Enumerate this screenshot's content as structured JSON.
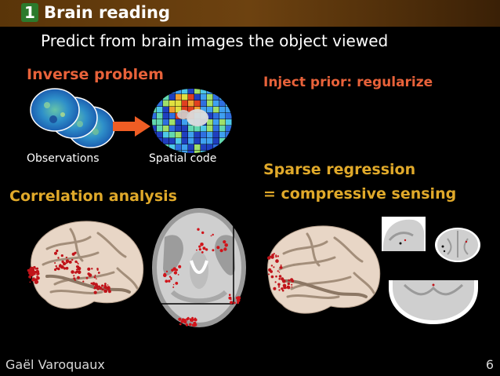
{
  "header": {
    "section_number": "1",
    "section_title": "Brain reading"
  },
  "subtitle": "Predict from brain images the object viewed",
  "left": {
    "inverse_title": "Inverse problem",
    "observations_label": "Observations",
    "spatial_label": "Spatial code",
    "correlation_title": "Correlation analysis"
  },
  "right": {
    "inject_title": "Inject prior: regularize",
    "sparse_line1": "Sparse regression",
    "sparse_line2": "= compressive sensing"
  },
  "footer": {
    "author": "Gaël Varoquaux",
    "page": "6"
  },
  "colors": {
    "header_bg": "#6d4210",
    "section_badge": "#2c7a2c",
    "orange": "#e8623a",
    "gold": "#e0a92a"
  }
}
